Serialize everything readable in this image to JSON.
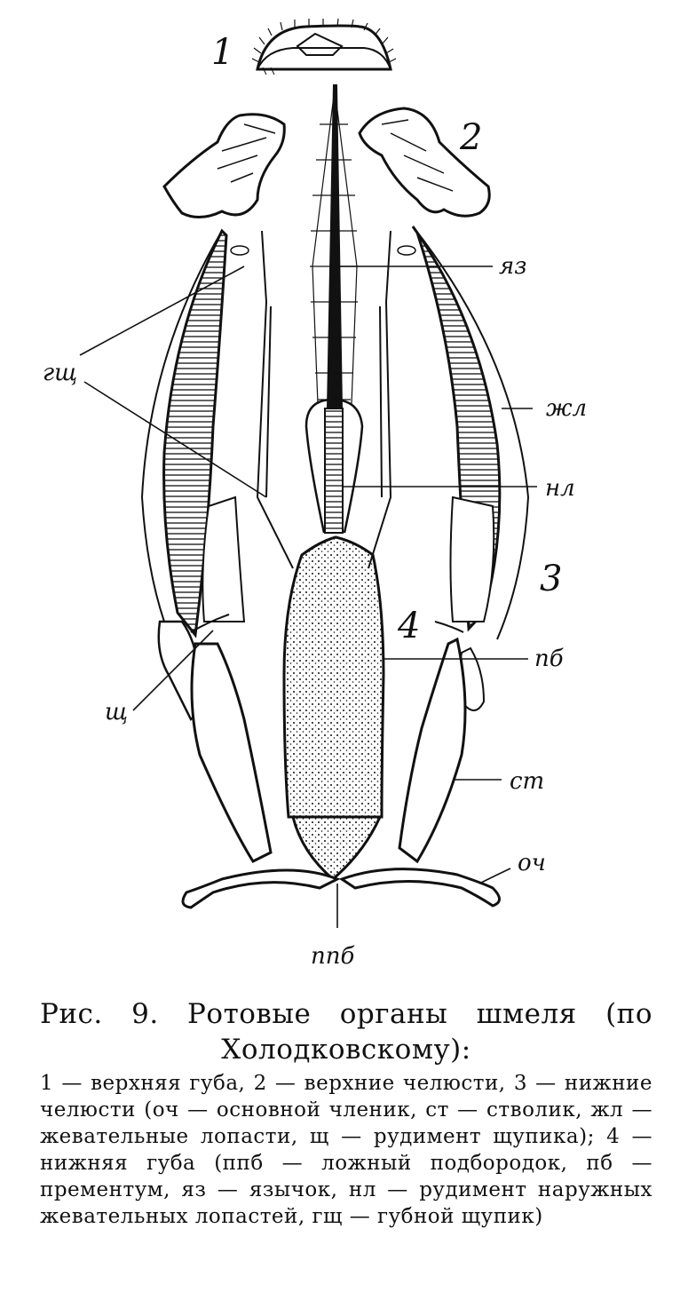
{
  "figure": {
    "labels": {
      "n1": "1",
      "n2": "2",
      "n3": "3",
      "n4": "4",
      "yaz": "яз",
      "gshch": "гщ",
      "zhl": "жл",
      "nl": "нл",
      "pb": "пб",
      "shch": "щ",
      "st": "ст",
      "och": "оч",
      "ppb": "ппб"
    }
  },
  "caption": {
    "title": "Рис. 9. Ротовые органы шмеля (по Холодковскому):",
    "body": "1 — верхняя губа, 2 — верхние челюсти, 3 — нижние челюсти (оч — основной членик, ст — стволик, жл — жевательные лопасти, щ — рудимент щупика); 4 — нижняя губа (ппб — ложный подбородок, пб — прементум, яз — язычок, нл — рудимент наружных жевательных лопастей, гщ — губной щупик)"
  }
}
